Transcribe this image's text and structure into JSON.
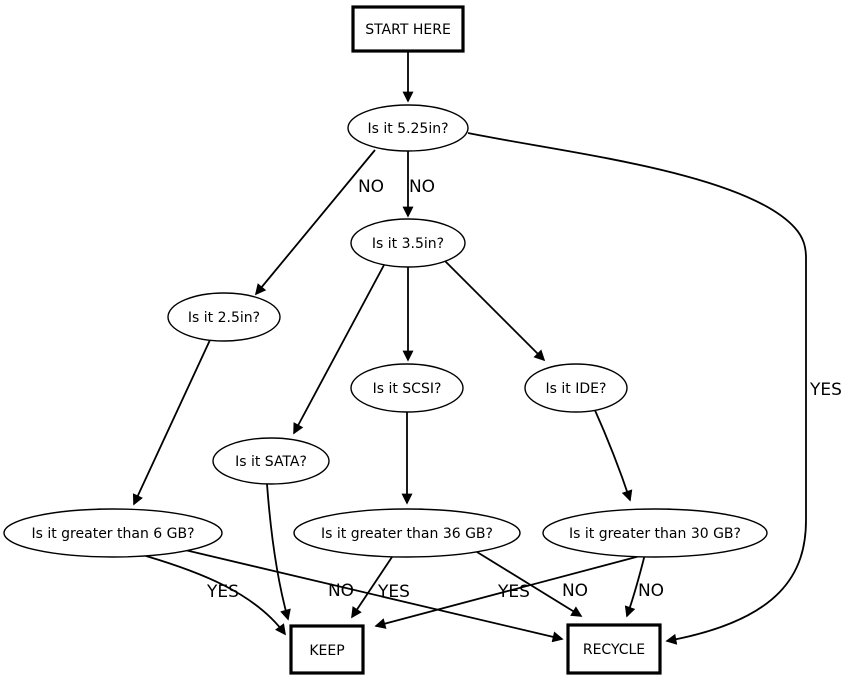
{
  "diagram_title": "hard-drive-keep-or-recycle-flowchart",
  "colors": {
    "background": "#ffffff",
    "stroke": "#000000",
    "node_fill": "#ffffff",
    "text": "#000000"
  },
  "nodes": {
    "start": {
      "label": "START HERE",
      "shape": "rect"
    },
    "is_525in": {
      "label": "Is it 5.25in?",
      "shape": "ellipse"
    },
    "is_35in": {
      "label": "Is it 3.5in?",
      "shape": "ellipse"
    },
    "is_25in": {
      "label": "Is it 2.5in?",
      "shape": "ellipse"
    },
    "is_scsi": {
      "label": "Is it SCSI?",
      "shape": "ellipse"
    },
    "is_ide": {
      "label": "Is it IDE?",
      "shape": "ellipse"
    },
    "is_sata": {
      "label": "Is it SATA?",
      "shape": "ellipse"
    },
    "gt_6gb": {
      "label": "Is it greater than 6 GB?",
      "shape": "ellipse"
    },
    "gt_36gb": {
      "label": "Is it greater than 36 GB?",
      "shape": "ellipse"
    },
    "gt_30gb": {
      "label": "Is it greater than 30 GB?",
      "shape": "ellipse"
    },
    "keep": {
      "label": "KEEP",
      "shape": "rect"
    },
    "recycle": {
      "label": "RECYCLE",
      "shape": "rect"
    }
  },
  "edges": [
    {
      "from": "start",
      "to": "is_525in",
      "label": ""
    },
    {
      "from": "is_525in",
      "to": "is_35in",
      "label": "NO"
    },
    {
      "from": "is_525in",
      "to": "is_25in",
      "label": "NO"
    },
    {
      "from": "is_525in",
      "to": "recycle",
      "label": "YES"
    },
    {
      "from": "is_35in",
      "to": "is_sata",
      "label": ""
    },
    {
      "from": "is_35in",
      "to": "is_scsi",
      "label": ""
    },
    {
      "from": "is_35in",
      "to": "is_ide",
      "label": ""
    },
    {
      "from": "is_25in",
      "to": "gt_6gb",
      "label": ""
    },
    {
      "from": "is_scsi",
      "to": "gt_36gb",
      "label": ""
    },
    {
      "from": "is_ide",
      "to": "gt_30gb",
      "label": ""
    },
    {
      "from": "is_sata",
      "to": "keep",
      "label": ""
    },
    {
      "from": "gt_6gb",
      "to": "keep",
      "label": "YES"
    },
    {
      "from": "gt_6gb",
      "to": "recycle",
      "label": "NO"
    },
    {
      "from": "gt_36gb",
      "to": "keep",
      "label": "YES"
    },
    {
      "from": "gt_36gb",
      "to": "recycle",
      "label": "NO"
    },
    {
      "from": "gt_30gb",
      "to": "keep",
      "label": "YES"
    },
    {
      "from": "gt_30gb",
      "to": "recycle",
      "label": "NO"
    }
  ]
}
